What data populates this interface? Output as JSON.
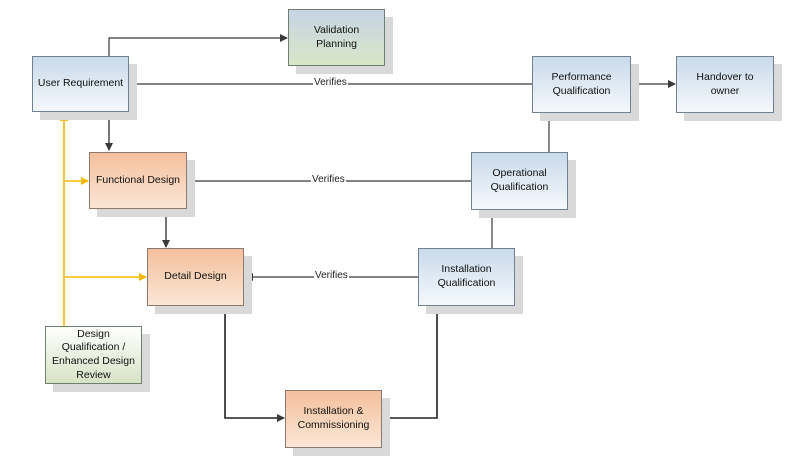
{
  "nodes": {
    "user_requirement": "User Requirement",
    "validation_planning": "Validation Planning",
    "performance_qualification": "Performance Qualification",
    "handover": "Handover to owner",
    "functional_design": "Functional Design",
    "operational_qualification": "Operational Qualification",
    "detail_design": "Detail Design",
    "installation_qualification": "Installation Qualification",
    "design_qualification": "Design Qualification / Enhanced Design Review",
    "installation_commissioning": "Installation & Commissioning"
  },
  "edge_labels": {
    "verifies_1": "Verifies",
    "verifies_2": "Verifies",
    "verifies_3": "Verifies"
  },
  "colors": {
    "arrow": "#3a3a3a",
    "feedback": "#f5b800",
    "blue_node": "#c9daea",
    "orange_node": "#f4c09c",
    "green_node": "#d8e6c8"
  }
}
